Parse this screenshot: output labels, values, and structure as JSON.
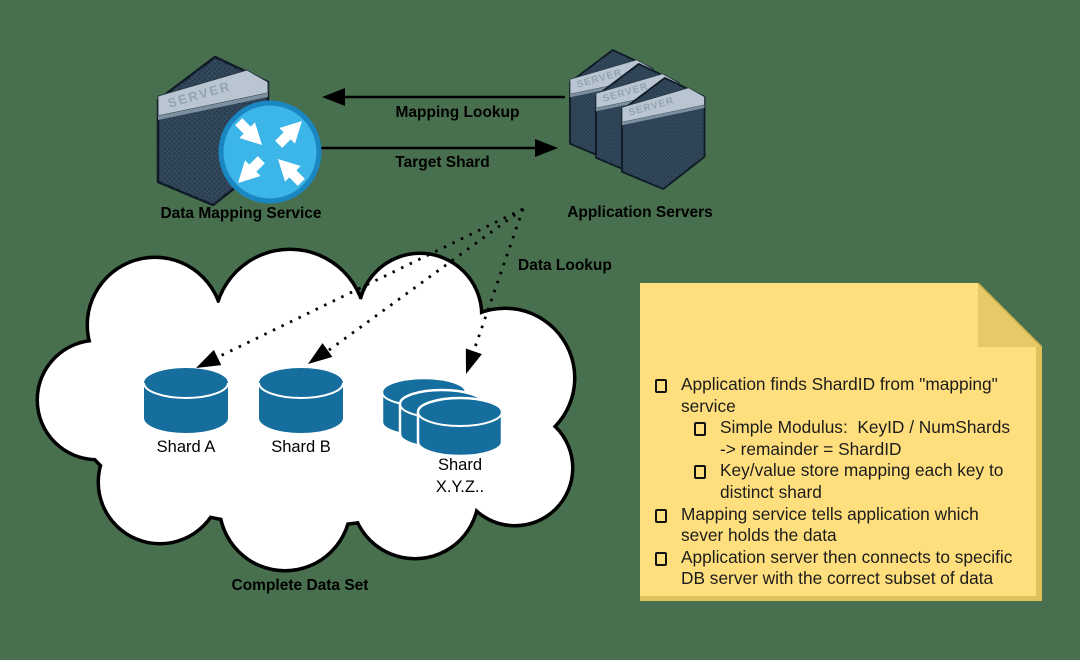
{
  "icons": {
    "server_label": "SERVER"
  },
  "nodes": {
    "data_mapping_service": "Data Mapping Service",
    "application_servers": "Application Servers"
  },
  "arrows": {
    "mapping_lookup": "Mapping Lookup",
    "target_shard": "Target Shard",
    "data_lookup": "Data Lookup"
  },
  "cloud": {
    "caption": "Complete Data Set",
    "shard_a": "Shard A",
    "shard_b": "Shard B",
    "shard_xyz_line1": "Shard",
    "shard_xyz_line2": "X.Y.Z.."
  },
  "colors": {
    "background": "#48704F",
    "note_yellow": "#FFDF7D",
    "note_fold": "#E7CA67",
    "note_edge": "#DFC15C",
    "cylinder_blue": "#156E9E",
    "router_blue": "#3CB6E8",
    "router_border": "#1A87C2",
    "server_dark": "#33485B",
    "server_band": "#B9C6D2",
    "cloud_fill": "#FFFFFF",
    "outline": "#000000"
  },
  "note": {
    "lines": [
      {
        "text": "Application finds ShardID from \"mapping\""
      },
      {
        "text": "service"
      },
      {
        "text": "Simple Modulus:  KeyID / NumShards"
      },
      {
        "text": "-> remainder = ShardID"
      },
      {
        "text": "Key/value store mapping each key to"
      },
      {
        "text": "distinct shard"
      },
      {
        "text": "Mapping service tells application which"
      },
      {
        "text": "sever holds the data"
      },
      {
        "text": "Application server then connects to specific"
      },
      {
        "text": "DB server with the correct subset of data"
      }
    ]
  }
}
